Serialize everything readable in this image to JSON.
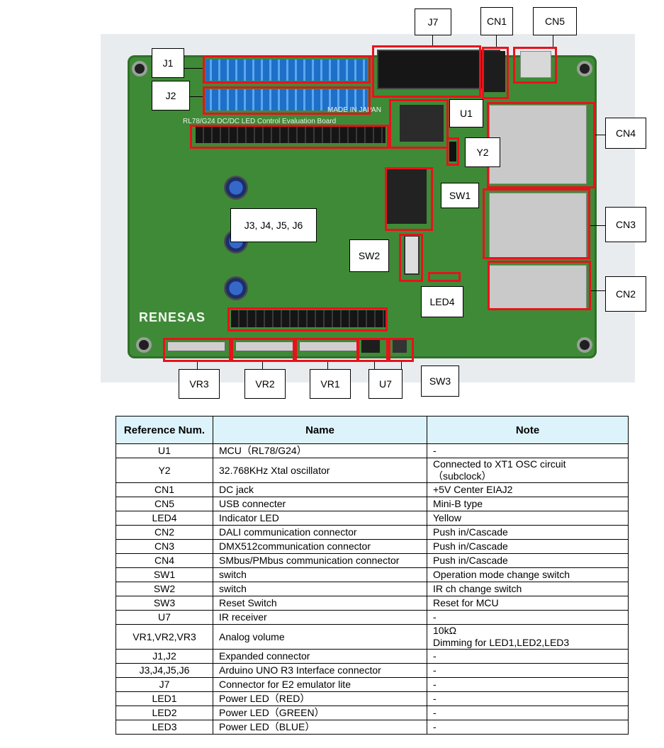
{
  "callouts": {
    "J7": "J7",
    "CN1": "CN1",
    "CN5": "CN5",
    "J1": "J1",
    "J2": "J2",
    "U1": "U1",
    "CN4": "CN4",
    "Y2": "Y2",
    "SW1": "SW1",
    "J3456": "J3, J4, J5, J6",
    "CN3": "CN3",
    "SW2": "SW2",
    "CN2": "CN2",
    "LED4": "LED4",
    "VR3": "VR3",
    "VR2": "VR2",
    "VR1": "VR1",
    "U7": "U7",
    "SW3": "SW3"
  },
  "board": {
    "logo": "RENESAS",
    "title_silk": "RL78/G24 DC/DC LED Control Evaluation Board",
    "made_silk": "MADE IN JAPAN"
  },
  "table": {
    "headers": {
      "ref": "Reference Num.",
      "name": "Name",
      "note": "Note"
    },
    "rows": [
      {
        "ref": "U1",
        "name": "MCU（RL78/G24）",
        "note": "-"
      },
      {
        "ref": "Y2",
        "name": "32.768KHz Xtal oscillator",
        "note": "Connected to XT1 OSC circuit",
        "note2": "（subclock）"
      },
      {
        "ref": "CN1",
        "name": "DC jack",
        "note": "+5V Center EIAJ2"
      },
      {
        "ref": "CN5",
        "name": "USB connecter",
        "note": "Mini-B type"
      },
      {
        "ref": "LED4",
        "name": "Indicator LED",
        "note": "Yellow"
      },
      {
        "ref": "CN2",
        "name": "DALI communication connector",
        "note": "Push in/Cascade"
      },
      {
        "ref": "CN3",
        "name": "DMX512communication connector",
        "note": "Push in/Cascade"
      },
      {
        "ref": "CN4",
        "name": "SMbus/PMbus communication connector",
        "note": "Push in/Cascade"
      },
      {
        "ref": "SW1",
        "name": "switch",
        "note": "Operation mode change switch"
      },
      {
        "ref": "SW2",
        "name": "switch",
        "note": "IR ch change switch"
      },
      {
        "ref": "SW3",
        "name": "Reset Switch",
        "note": "Reset for MCU"
      },
      {
        "ref": "U7",
        "name": "IR receiver",
        "note": "-"
      },
      {
        "ref": "VR1,VR2,VR3",
        "name": "Analog volume",
        "note": "10kΩ",
        "note2": "Dimming for LED1,LED2,LED3"
      },
      {
        "ref": "J1,J2",
        "name": "Expanded connector",
        "note": "-"
      },
      {
        "ref": "J3,J4,J5,J6",
        "name": "Arduino UNO R3 Interface connector",
        "note": "-"
      },
      {
        "ref": "J7",
        "name": "Connector for E2 emulator lite",
        "note": "-"
      },
      {
        "ref": "LED1",
        "name": "Power LED（RED）",
        "note": "-"
      },
      {
        "ref": "LED2",
        "name": "Power LED（GREEN）",
        "note": "-"
      },
      {
        "ref": "LED3",
        "name": "Power LED（BLUE）",
        "note": "-"
      }
    ]
  }
}
